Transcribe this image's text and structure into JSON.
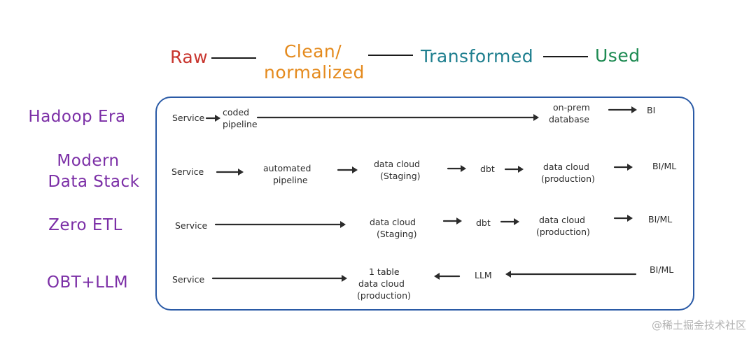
{
  "header": {
    "stages": [
      {
        "text": "Raw",
        "color": "#c8352e"
      },
      {
        "text": "Clean/",
        "color": "#e48a1d"
      },
      {
        "text": "normalized",
        "color": "#e48a1d"
      },
      {
        "text": "Transformed",
        "color": "#1f7f8f"
      },
      {
        "text": "Used",
        "color": "#1d8a52"
      }
    ]
  },
  "rows": [
    {
      "era": "Hadoop Era",
      "nodes": [
        "Service",
        "coded",
        "pipeline",
        "on-prem",
        "database",
        "BI"
      ]
    },
    {
      "era_line1": "Modern",
      "era_line2": "Data Stack",
      "nodes": [
        "Service",
        "automated",
        "pipeline",
        "data cloud",
        "(Staging)",
        "dbt",
        "data cloud",
        "(production)",
        "BI/ML"
      ]
    },
    {
      "era": "Zero ETL",
      "nodes": [
        "Service",
        "data cloud",
        "(Staging)",
        "dbt",
        "data cloud",
        "(production)",
        "BI/ML"
      ]
    },
    {
      "era": "OBT+LLM",
      "nodes": [
        "Service",
        "1 table",
        "data cloud",
        "(production)",
        "LLM",
        "BI/ML"
      ]
    }
  ],
  "colors": {
    "frame": "#2a5aa6",
    "era": "#7b2ea6",
    "arrow": "#2b2b2b"
  },
  "watermark": "@稀土掘金技术社区"
}
